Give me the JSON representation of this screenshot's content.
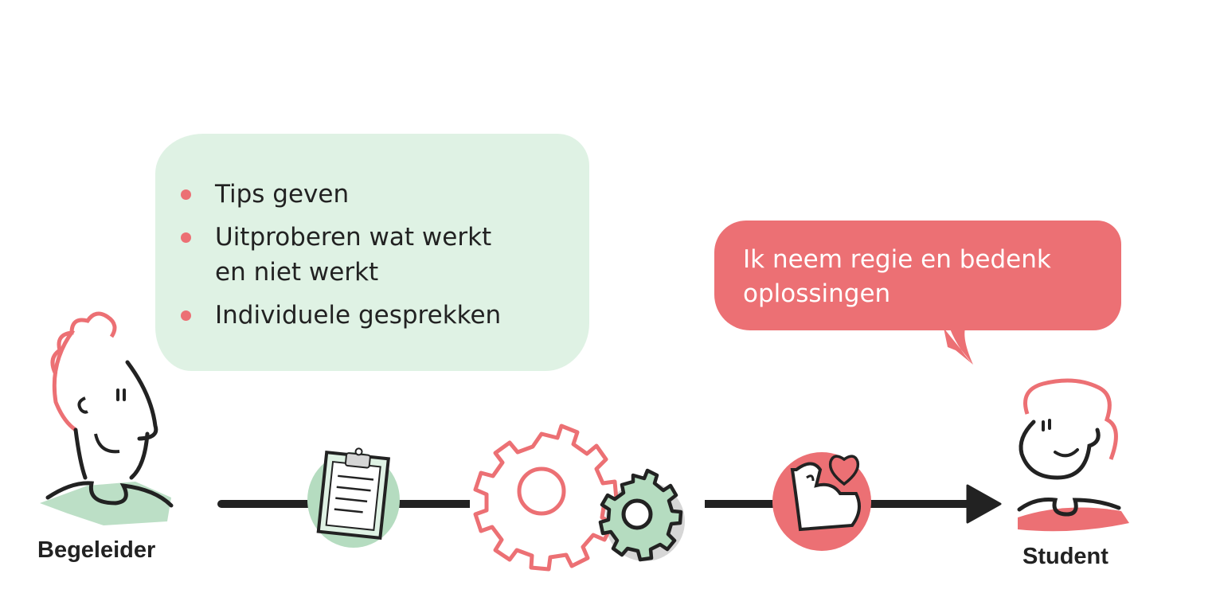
{
  "coach": {
    "label": "Begeleider",
    "bubble_items": [
      "Tips geven",
      "Uitproberen wat werkt en niet werkt",
      "Individuele gesprekken"
    ]
  },
  "student": {
    "label": "Student",
    "speech": "Ik neem regie en bedenk oplossingen"
  },
  "icons": [
    "clipboard-icon",
    "gears-icon",
    "strong-arm-heart-icon",
    "arrow-right-icon"
  ],
  "colors": {
    "pink": "#ec7074",
    "green": "#b5dcc0",
    "light_green": "#dff2e4",
    "dark": "#222222",
    "grey": "#d6d6d6"
  }
}
